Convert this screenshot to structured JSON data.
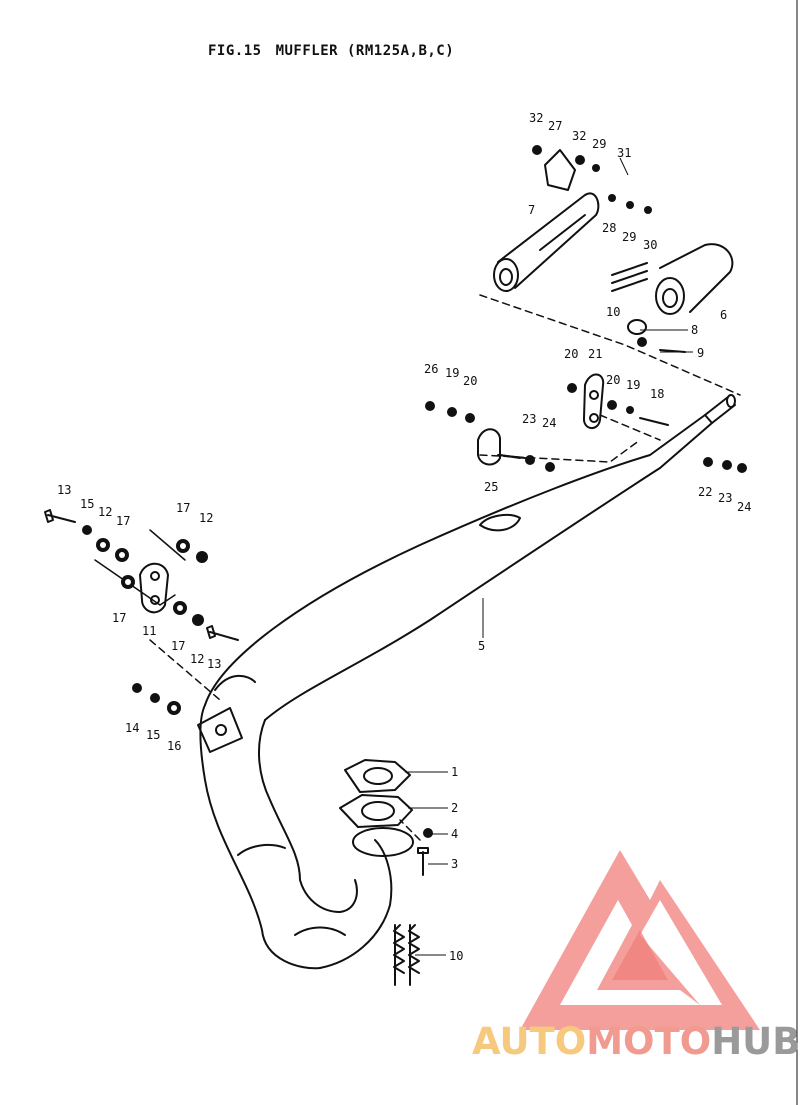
{
  "title": {
    "fig": "FIG.15",
    "name": "MUFFLER (RM125A,B,C)"
  },
  "callouts": [
    {
      "id": "c32a",
      "text": "32"
    },
    {
      "id": "c27",
      "text": "27"
    },
    {
      "id": "c32b",
      "text": "32"
    },
    {
      "id": "c29a",
      "text": "29"
    },
    {
      "id": "c31",
      "text": "31"
    },
    {
      "id": "c7",
      "text": "7"
    },
    {
      "id": "c28",
      "text": "28"
    },
    {
      "id": "c29b",
      "text": "29"
    },
    {
      "id": "c30",
      "text": "30"
    },
    {
      "id": "c10a",
      "text": "10"
    },
    {
      "id": "c6",
      "text": "6"
    },
    {
      "id": "c8",
      "text": "8"
    },
    {
      "id": "c9",
      "text": "9"
    },
    {
      "id": "c20a",
      "text": "20"
    },
    {
      "id": "c21",
      "text": "21"
    },
    {
      "id": "c26",
      "text": "26"
    },
    {
      "id": "c19a",
      "text": "19"
    },
    {
      "id": "c20b",
      "text": "20"
    },
    {
      "id": "c20c",
      "text": "20"
    },
    {
      "id": "c19b",
      "text": "19"
    },
    {
      "id": "c18",
      "text": "18"
    },
    {
      "id": "c23a",
      "text": "23"
    },
    {
      "id": "c24a",
      "text": "24"
    },
    {
      "id": "c25",
      "text": "25"
    },
    {
      "id": "c22",
      "text": "22"
    },
    {
      "id": "c23b",
      "text": "23"
    },
    {
      "id": "c24b",
      "text": "24"
    },
    {
      "id": "c13a",
      "text": "13"
    },
    {
      "id": "c15a",
      "text": "15"
    },
    {
      "id": "c12a",
      "text": "12"
    },
    {
      "id": "c17a",
      "text": "17"
    },
    {
      "id": "c17b",
      "text": "17"
    },
    {
      "id": "c12b",
      "text": "12"
    },
    {
      "id": "c17c",
      "text": "17"
    },
    {
      "id": "c11",
      "text": "11"
    },
    {
      "id": "c17d",
      "text": "17"
    },
    {
      "id": "c12c",
      "text": "12"
    },
    {
      "id": "c13b",
      "text": "13"
    },
    {
      "id": "c5",
      "text": "5"
    },
    {
      "id": "c14",
      "text": "14"
    },
    {
      "id": "c15b",
      "text": "15"
    },
    {
      "id": "c16",
      "text": "16"
    },
    {
      "id": "c1",
      "text": "1"
    },
    {
      "id": "c2",
      "text": "2"
    },
    {
      "id": "c4",
      "text": "4"
    },
    {
      "id": "c3",
      "text": "3"
    },
    {
      "id": "c10b",
      "text": "10"
    }
  ],
  "watermark": {
    "part1": "AUTO",
    "part2": "MOTO",
    "part3": "HUB",
    "colors": {
      "auto": "#f7c97f",
      "moto": "#f19a8f",
      "hub": "#9a9a9a",
      "logo": "#f07f7a"
    }
  }
}
